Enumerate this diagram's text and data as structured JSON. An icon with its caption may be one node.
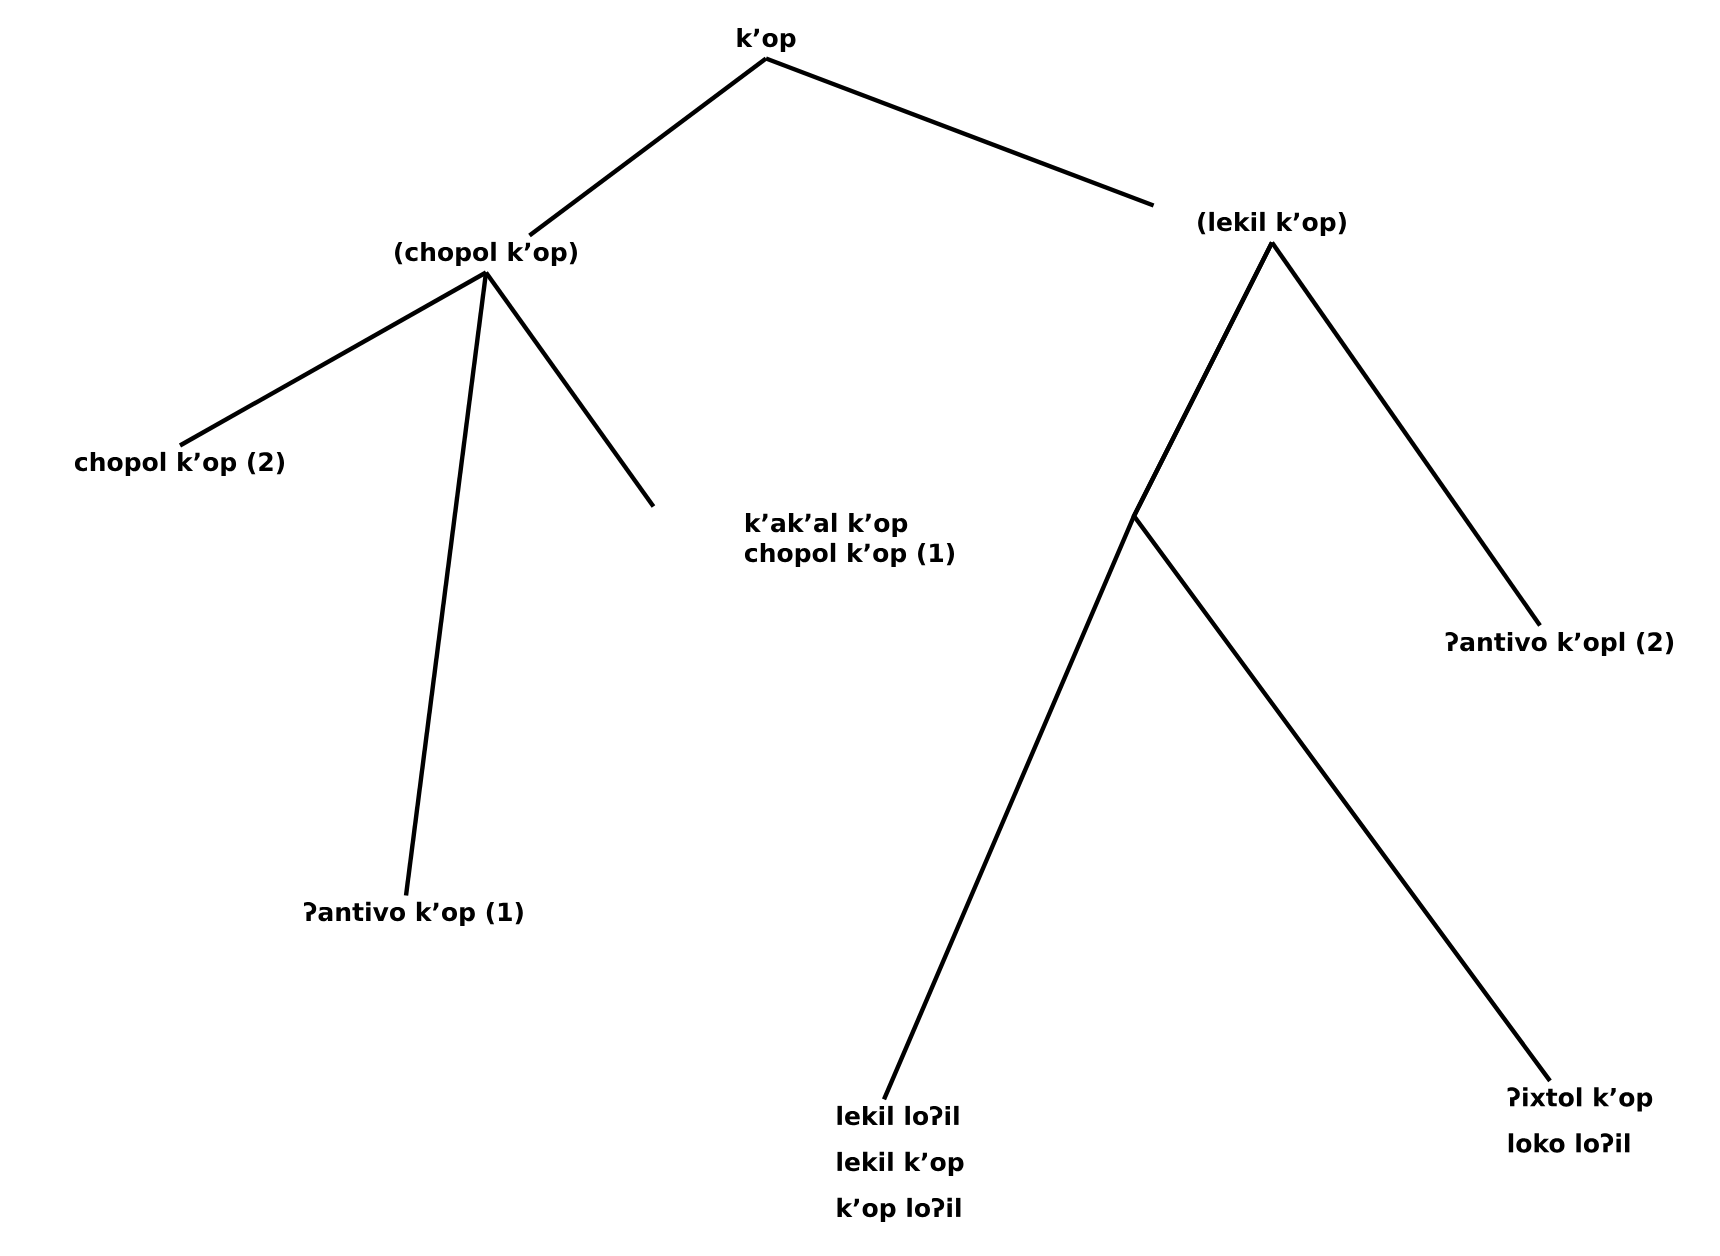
{
  "diagram": {
    "nodes": [
      {
        "text": [
          "k’op"
        ]
      },
      {
        "text": [
          "(chopol k’op)"
        ]
      },
      {
        "text": [
          "(lekil k’op)"
        ]
      },
      {
        "text": [
          "chopol k’op (2)"
        ]
      },
      {
        "text": [
          "k’ak’al k’op",
          "chopol k’op (1)"
        ]
      },
      {
        "text": [
          "ʔantivo k’opl (2)"
        ]
      },
      {
        "text": [
          "ʔantivo k’op (1)"
        ]
      },
      {
        "text": [
          "lekil loʔil",
          "lekil k’op",
          "k’op loʔil"
        ]
      },
      {
        "text": [
          "ʔixtol k’op",
          "loko loʔil"
        ]
      }
    ],
    "edges": [
      {
        "from": 0,
        "to": 1,
        "arrow": "none"
      },
      {
        "from": 0,
        "to": 2,
        "arrow": "none"
      },
      {
        "from": 1,
        "to": 3,
        "arrow": "none"
      },
      {
        "from": 1,
        "to": 6,
        "arrow": "none"
      },
      {
        "from": 1,
        "to": 4,
        "arrow": "none"
      },
      {
        "from": 2,
        "to": 7,
        "arrow": "none"
      },
      {
        "from": 2,
        "to": 8,
        "arrow": "none"
      },
      {
        "from": 2,
        "to": 5,
        "arrow": "none"
      }
    ]
  }
}
